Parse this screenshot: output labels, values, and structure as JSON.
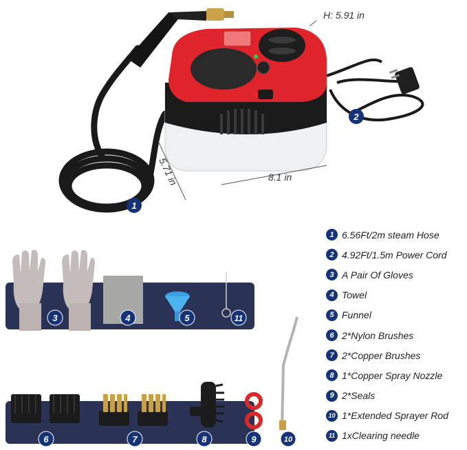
{
  "dimensions": {
    "height": "H: 5.91 in",
    "depth": "5.71 in",
    "width": "8.1 in"
  },
  "callouts": [
    "1",
    "2",
    "3",
    "4",
    "5",
    "6",
    "7",
    "8",
    "9",
    "10",
    "11"
  ],
  "legend": [
    {
      "num": "1",
      "text": "6.56Ft/2m steam Hose"
    },
    {
      "num": "2",
      "text": "4.92Ft/1.5m Power Cord"
    },
    {
      "num": "3",
      "text": "A Pair Of Gloves"
    },
    {
      "num": "4",
      "text": "Towel"
    },
    {
      "num": "5",
      "text": "Funnel"
    },
    {
      "num": "6",
      "text": "2*Nylon Brushes"
    },
    {
      "num": "7",
      "text": "2*Copper Brushes"
    },
    {
      "num": "8",
      "text": "1*Copper Spray Nozzle"
    },
    {
      "num": "9",
      "text": "2*Seals"
    },
    {
      "num": "10",
      "text": "1*Extended Sprayer Rod"
    },
    {
      "num": "11",
      "text": "1xClearing needle"
    }
  ],
  "colors": {
    "steamer_red": "#e0242b",
    "panel_navy": "#2a3356",
    "badge_blue": "#16337a"
  }
}
